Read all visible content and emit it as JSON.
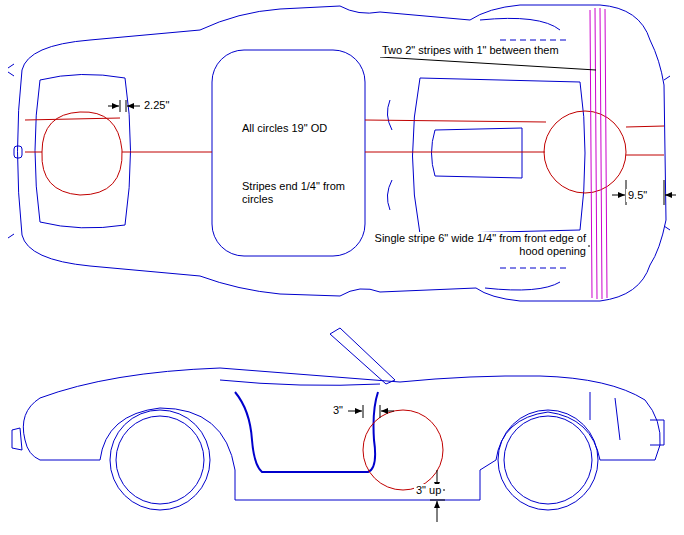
{
  "diagram": {
    "labels": [
      "2.25\"",
      "All circles 19\" OD",
      "Stripes end 1/4\" from circles",
      "Two 2\" stripes with 1\" between them",
      "Single stripe 6\" wide 1/4\" from front edge of hood opening",
      "9.5\"",
      "3\"",
      "3\" up"
    ]
  }
}
